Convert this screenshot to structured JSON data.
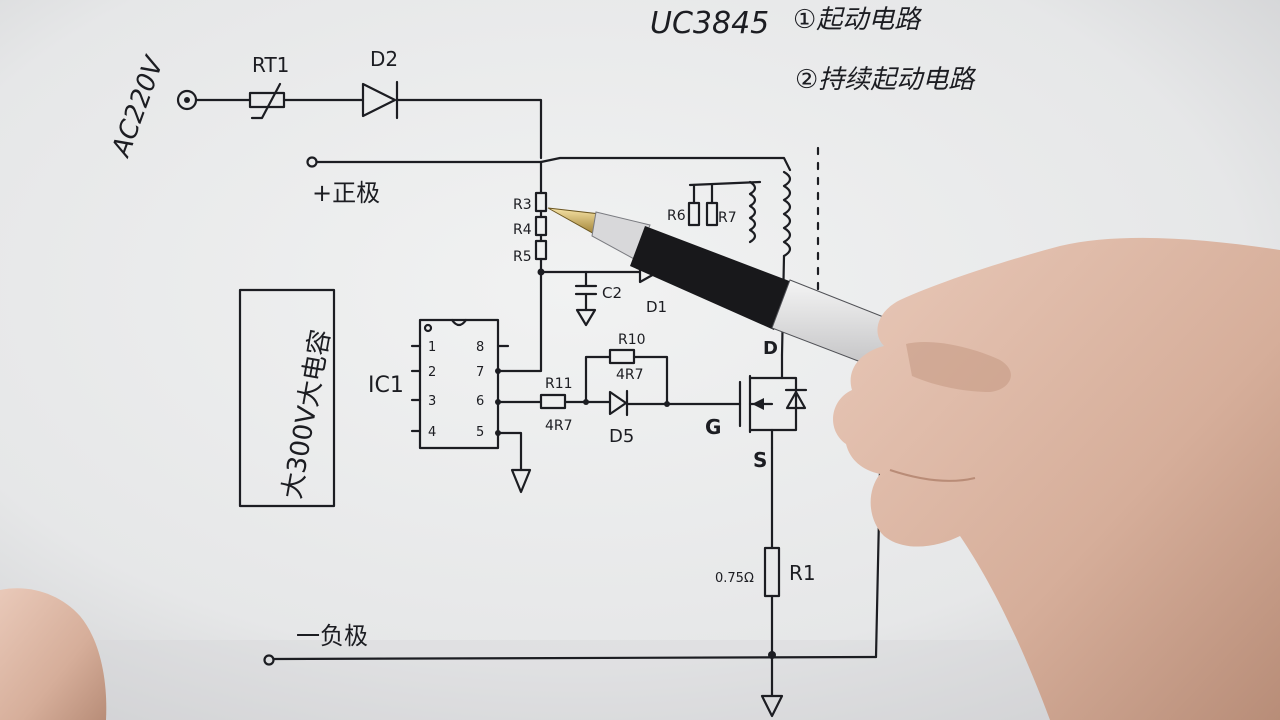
{
  "title": {
    "part_number": "UC3845",
    "item1": "①起动电路",
    "item2": "②持续起动电路"
  },
  "labels": {
    "ac_input": "AC220V",
    "rt1": "RT1",
    "d2": "D2",
    "positive": "+正极",
    "negative": "一负极",
    "r3": "R3",
    "r4": "R4",
    "r5": "R5",
    "c2": "C2",
    "d1": "D1",
    "r6": "R6",
    "r7": "R7",
    "ic1": "IC1",
    "pins_left": [
      "1",
      "2",
      "3",
      "4"
    ],
    "pins_right": [
      "8",
      "7",
      "6",
      "5"
    ],
    "r10": "R10",
    "r10_value": "4R7",
    "r11": "R11",
    "r11_value": "4R7",
    "d5": "D5",
    "gate": "G",
    "drain": "D",
    "source": "S",
    "r1": "R1",
    "r1_value": "0.75Ω",
    "capacitor_note": "大300V大电容"
  },
  "colors": {
    "paper": "#eceded",
    "ink": "#1c1d22",
    "skin": "#d9b7a5",
    "pen_grip": "#1a1a1c",
    "pen_tip": "#c8a44a"
  }
}
